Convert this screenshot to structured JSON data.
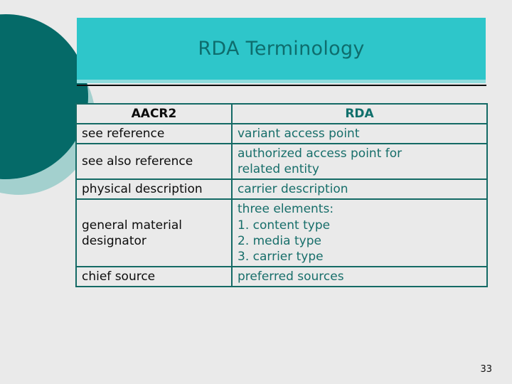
{
  "slide": {
    "title": "RDA Terminology",
    "page_number": "33",
    "colors": {
      "background": "#eaeaea",
      "banner": "#2ec6ca",
      "banner_strip": "#8fdcdd",
      "title_text": "#0e6d6d",
      "rule": "#0d0d0d",
      "circle_dark": "#056a68",
      "circle_light": "#a3d0ce",
      "table_border": "#146a65",
      "left_text": "#0c0c0c",
      "right_text": "#176e6a"
    }
  },
  "table": {
    "headers": [
      "AACR2",
      "RDA"
    ],
    "rows": [
      {
        "aacr2": "see reference",
        "rda_lines": [
          "variant access point"
        ]
      },
      {
        "aacr2": "see also reference",
        "rda_lines": [
          "authorized access point for",
          "related entity"
        ]
      },
      {
        "aacr2_lines": [
          "physical",
          "description"
        ],
        "rda_lines": [
          "carrier description"
        ]
      },
      {
        "aacr2_lines": [
          "general material",
          "designator"
        ],
        "rda_lines": [
          "three elements:",
          "1. content type",
          "2. media type",
          "3. carrier type"
        ]
      },
      {
        "aacr2": "chief source",
        "rda_lines": [
          "preferred sources"
        ]
      }
    ]
  }
}
